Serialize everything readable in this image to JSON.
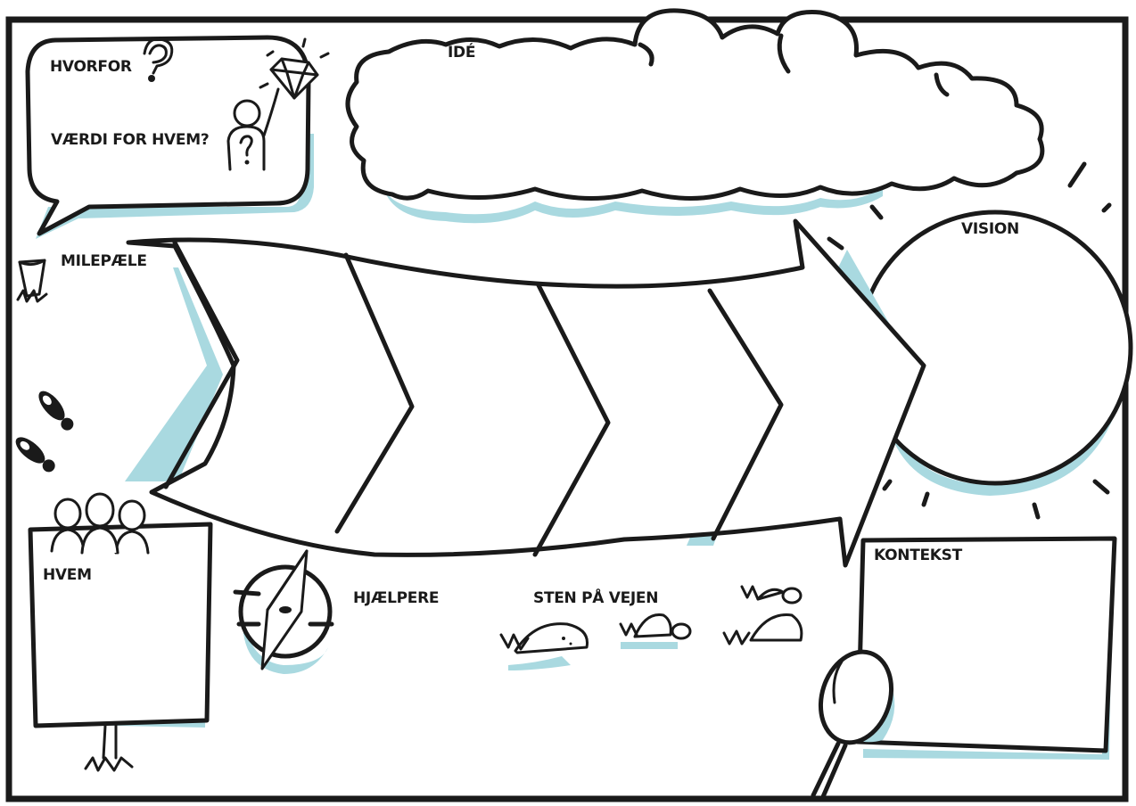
{
  "labels": {
    "hvorfor": "HVORFOR",
    "vaerdi": "VÆRDI FOR HVEM?",
    "ide": "IDÉ",
    "milepaele": "MILEPÆLE",
    "vision": "VISION",
    "hvem": "HVEM",
    "hjaelpere": "HJÆLPERE",
    "sten": "STEN PÅ VEJEN",
    "kontekst": "KONTEKST"
  },
  "colors": {
    "ink": "#1a1a1a",
    "shadow": "#a9d9e0",
    "paper": "#ffffff"
  },
  "icons": [
    "question-mark-icon",
    "diamond-icon",
    "person-icon",
    "signpost-icon",
    "footprints-icon",
    "group-icon",
    "compass-icon",
    "stone-icon",
    "magnifier-icon",
    "sun-rays-icon"
  ]
}
